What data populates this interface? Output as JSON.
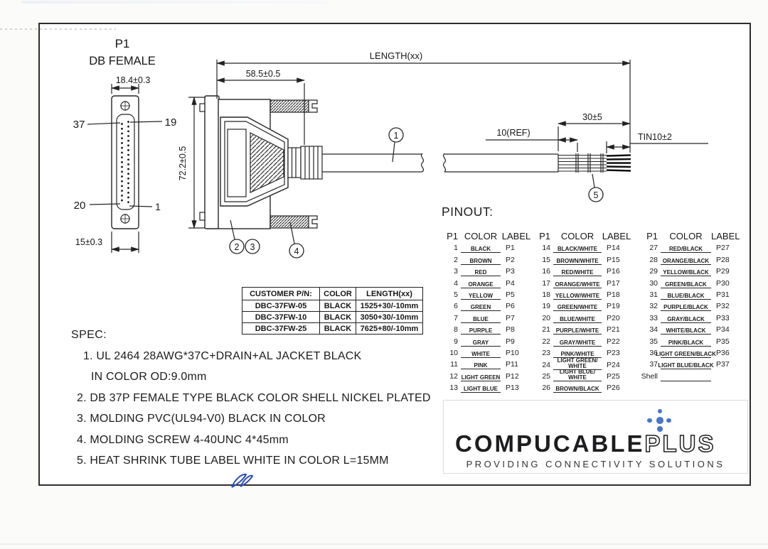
{
  "page": {
    "accent_blue": "#4a77c0",
    "pen_blue": "#2e4fa8",
    "line_color": "#222222"
  },
  "drawing": {
    "front": {
      "title": "P1",
      "subtitle": "DB FEMALE",
      "dim_width_top": "18.4±0.3",
      "dim_width_bottom": "15±0.3",
      "pin_top_left": "37",
      "pin_top_right": "19",
      "pin_bottom_left": "20",
      "pin_bottom_right": "1"
    },
    "side": {
      "dim_height": "72.2±0.5",
      "dim_hood": "58.5±0.5",
      "dim_overall": "LENGTH(xx)"
    },
    "strip": {
      "dim_strip": "30±5",
      "dim_ref": "10(REF)",
      "dim_tin": "TIN10±2"
    },
    "callouts": [
      "1",
      "2",
      "3",
      "4",
      "5"
    ]
  },
  "pn_table": {
    "headers": [
      "CUSTOMER P/N:",
      "COLOR",
      "LENGTH(xx)"
    ],
    "rows": [
      {
        "pn": "DBC-37FW-05",
        "color": "BLACK",
        "length": "1525+30/-10mm"
      },
      {
        "pn": "DBC-37FW-10",
        "color": "BLACK",
        "length": "3050+30/-10mm"
      },
      {
        "pn": "DBC-37FW-25",
        "color": "BLACK",
        "length": "7625+80/-10mm"
      }
    ]
  },
  "pinout": {
    "title": "PINOUT:",
    "column_headers": [
      "P1",
      "COLOR",
      "LABEL"
    ],
    "groups": [
      [
        {
          "pin": "1",
          "color": "BLACK",
          "label": "P1"
        },
        {
          "pin": "2",
          "color": "BROWN",
          "label": "P2"
        },
        {
          "pin": "3",
          "color": "RED",
          "label": "P3"
        },
        {
          "pin": "4",
          "color": "ORANGE",
          "label": "P4"
        },
        {
          "pin": "5",
          "color": "YELLOW",
          "label": "P5"
        },
        {
          "pin": "6",
          "color": "GREEN",
          "label": "P6"
        },
        {
          "pin": "7",
          "color": "BLUE",
          "label": "P7"
        },
        {
          "pin": "8",
          "color": "PURPLE",
          "label": "P8"
        },
        {
          "pin": "9",
          "color": "GRAY",
          "label": "P9"
        },
        {
          "pin": "10",
          "color": "WHITE",
          "label": "P10"
        },
        {
          "pin": "11",
          "color": "PINK",
          "label": "P11"
        },
        {
          "pin": "12",
          "color": "LIGHT GREEN",
          "label": "P12"
        },
        {
          "pin": "13",
          "color": "LIGHT BLUE",
          "label": "P13"
        }
      ],
      [
        {
          "pin": "14",
          "color": "BLACK/WHITE",
          "label": "P14"
        },
        {
          "pin": "15",
          "color": "BROWN/WHITE",
          "label": "P15"
        },
        {
          "pin": "16",
          "color": "RED/WHITE",
          "label": "P16"
        },
        {
          "pin": "17",
          "color": "ORANGE/WHITE",
          "label": "P17"
        },
        {
          "pin": "18",
          "color": "YELLOW/WHITE",
          "label": "P18"
        },
        {
          "pin": "19",
          "color": "GREEN/WHITE",
          "label": "P19"
        },
        {
          "pin": "20",
          "color": "BLUE/WHITE",
          "label": "P20"
        },
        {
          "pin": "21",
          "color": "PURPLE/WHITE",
          "label": "P21"
        },
        {
          "pin": "22",
          "color": "GRAY/WHITE",
          "label": "P22"
        },
        {
          "pin": "23",
          "color": "PINK/WHITE",
          "label": "P23"
        },
        {
          "pin": "24",
          "color": "LIGHT GREEN/\nWHITE",
          "label": "P24"
        },
        {
          "pin": "25",
          "color": "LIGHT BLUE/\nWHITE",
          "label": "P25"
        },
        {
          "pin": "26",
          "color": "BROWN/BLACK",
          "label": "P26"
        }
      ],
      [
        {
          "pin": "27",
          "color": "RED/BLACK",
          "label": "P27"
        },
        {
          "pin": "28",
          "color": "ORANGE/BLACK",
          "label": "P28"
        },
        {
          "pin": "29",
          "color": "YELLOW/BLACK",
          "label": "P29"
        },
        {
          "pin": "30",
          "color": "GREEN/BLACK",
          "label": "P30"
        },
        {
          "pin": "31",
          "color": "BLUE/BLACK",
          "label": "P31"
        },
        {
          "pin": "32",
          "color": "PURPLE/BLACK",
          "label": "P32"
        },
        {
          "pin": "33",
          "color": "GRAY/BLACK",
          "label": "P33"
        },
        {
          "pin": "34",
          "color": "WHITE/BLACK",
          "label": "P34"
        },
        {
          "pin": "35",
          "color": "PINK/BLACK",
          "label": "P35"
        },
        {
          "pin": "36",
          "color": "LIGHT GREEN/BLACK",
          "label": "P36"
        },
        {
          "pin": "37",
          "color": "LIGHT BLUE/BLACK",
          "label": "P37"
        },
        {
          "pin": "Shell",
          "color": "",
          "label": ""
        }
      ]
    ]
  },
  "spec": {
    "title": "SPEC:",
    "items": [
      "1.  UL 2464  28AWG*37C+DRAIN+AL  JACKET BLACK",
      "IN COLOR  OD:9.0mm",
      "2. DB 37P FEMALE TYPE BLACK COLOR SHELL NICKEL PLATED",
      "3. MOLDING PVC(UL94-V0) BLACK IN COLOR",
      "4. MOLDING SCREW 4-40UNC 4*45mm",
      "5. HEAT SHRINK TUBE LABEL WHITE IN COLOR L=15MM"
    ]
  },
  "logo": {
    "brand_solid": "COMPUCABLE",
    "brand_outline": "PLUS",
    "tagline": "PROVIDING CONNECTIVITY SOLUTIONS"
  }
}
